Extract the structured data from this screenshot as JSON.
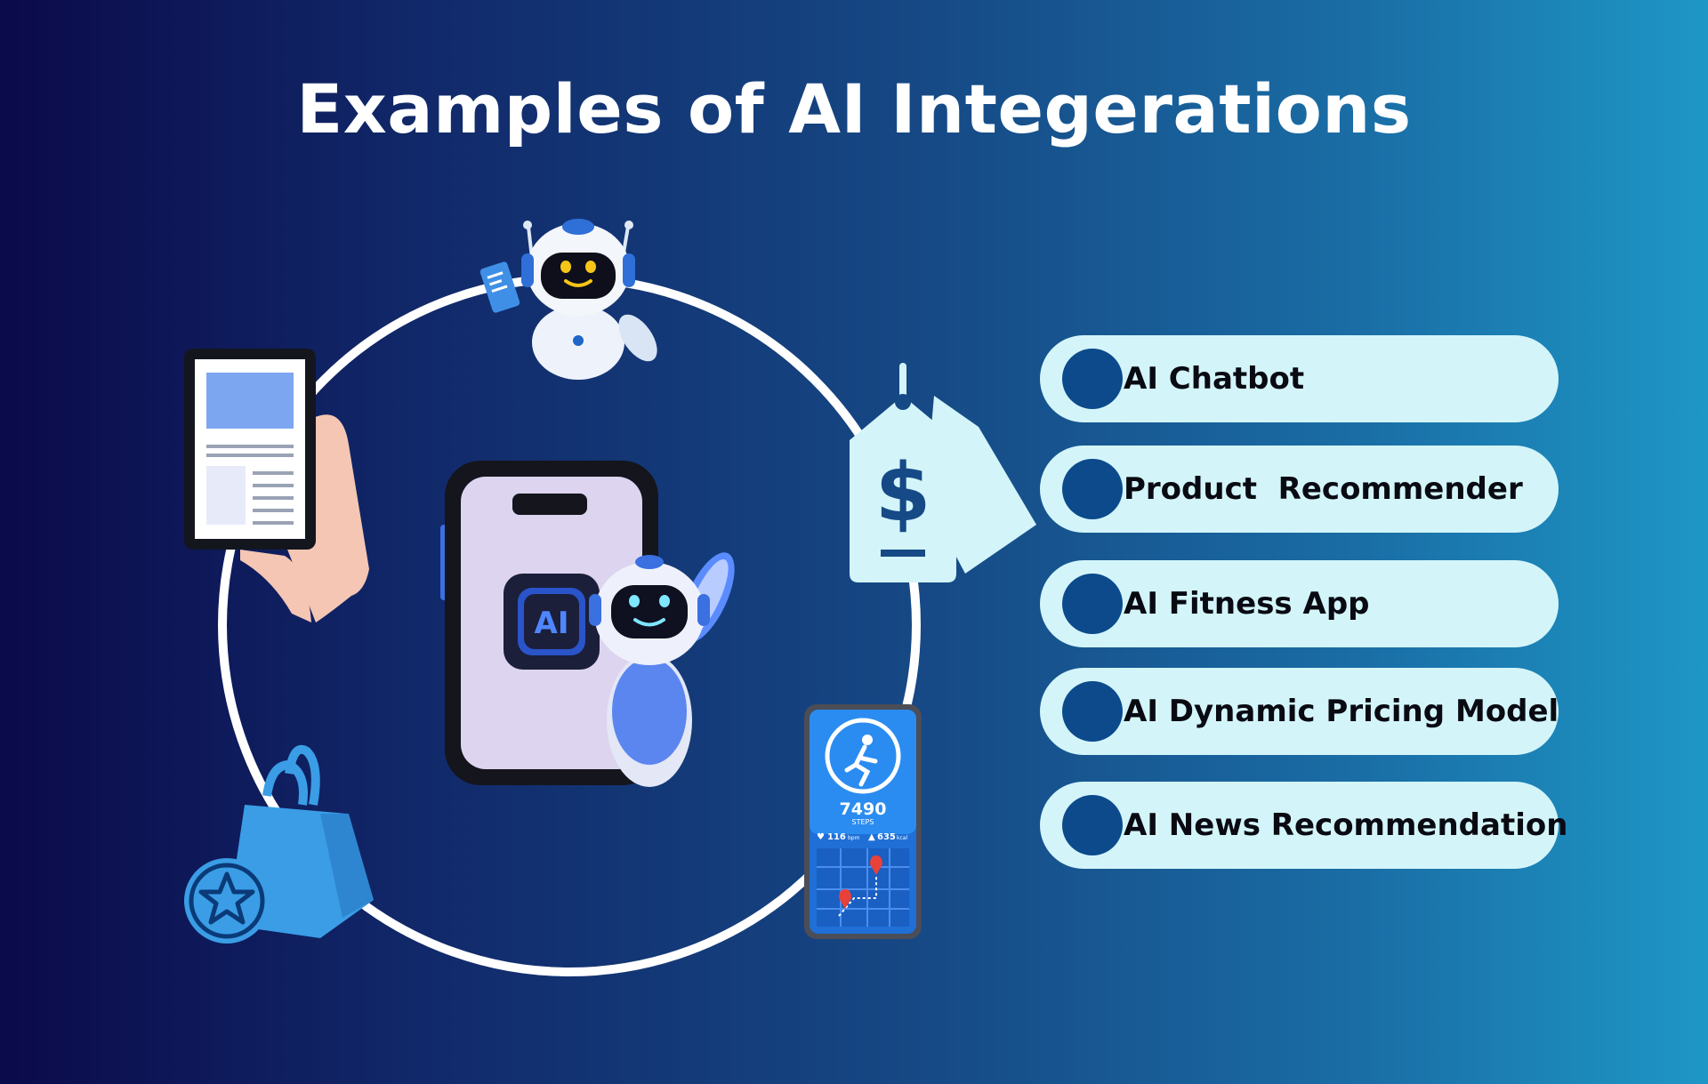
{
  "title": "Examples of AI Integerations",
  "items": [
    {
      "label": "AI Chatbot"
    },
    {
      "label": "Product  Recommender"
    },
    {
      "label": "AI Fitness App"
    },
    {
      "label": "AI Dynamic Pricing Model"
    },
    {
      "label": "AI News Recommendation"
    }
  ],
  "center_badge": "AI",
  "fitness_screen": {
    "steps": "7490",
    "steps_unit": "STEPS",
    "heart": "116",
    "heart_unit": "bpm",
    "calories": "635",
    "calories_unit": "kcal"
  },
  "price_symbol": "$",
  "colors": {
    "pill": "#d3f5fa",
    "dot": "#0c4a8c",
    "ring": "#ffffff",
    "accent": "#3a9de6"
  }
}
